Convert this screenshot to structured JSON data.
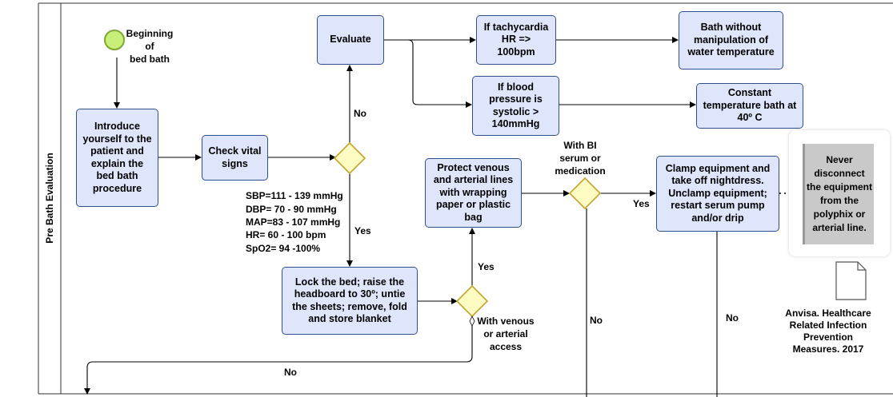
{
  "lane": {
    "title": "Pre Bath Evaluation"
  },
  "start_event": {
    "label_lines": [
      "Beginning",
      "of",
      "bed bath"
    ]
  },
  "tasks": {
    "introduce": "Introduce yourself to the patient and explain the bed bath procedure",
    "check_vitals": "Check vital signs",
    "evaluate": "Evaluate",
    "tachycardia": "If tachycardia HR => 100bpm",
    "bath_no_manip": "Bath without manipulation of water temperature",
    "blood_pressure": "If blood pressure is systolic > 140mmHg",
    "constant_temp": "Constant temperature bath at 40º C",
    "lock_bed": "Lock the bed; raise the headboard to 30º; untie the sheets; remove, fold and store blanket",
    "protect_lines": "Protect venous and arterial lines with wrapping paper or plastic bag",
    "clamp_equipment": "Clamp equipment and take off nightdress. Unclamp equipment; restart serum pump and/or drip"
  },
  "vital_ranges": [
    "SBP=111 - 139 mmHg",
    "DBP= 70 - 90 mmHg",
    "MAP=83 - 107 mmHg",
    "HR= 60 - 100 bpm",
    "SpO2= 94 -100%"
  ],
  "gateway_labels": {
    "venous_access_lines": [
      "With venous",
      "or arterial",
      "access"
    ],
    "bi_serum_lines": [
      "With BI",
      "serum or",
      "medication"
    ]
  },
  "flow_labels": {
    "no_evaluate": "No",
    "yes_lock": "Yes",
    "yes_protect": "Yes",
    "no_bottom": "No",
    "yes_clamp": "Yes",
    "no_mid": "No",
    "no_right": "No"
  },
  "annotation": {
    "text": "Never disconnect the equipment from the polyphix or arterial line."
  },
  "document": {
    "caption_lines": [
      "Anvisa. Healthcare",
      "Related Infection",
      "Prevention",
      "Measures. 2017"
    ]
  },
  "colors": {
    "task_fill": "#dfe6fb",
    "task_border": "#2e4f8a",
    "gateway_fill": "#fbfbc2",
    "gateway_border": "#c2a52d",
    "start_fill": "#c8ef79",
    "start_border": "#7ea631",
    "note_fill": "#c9c9c9"
  }
}
